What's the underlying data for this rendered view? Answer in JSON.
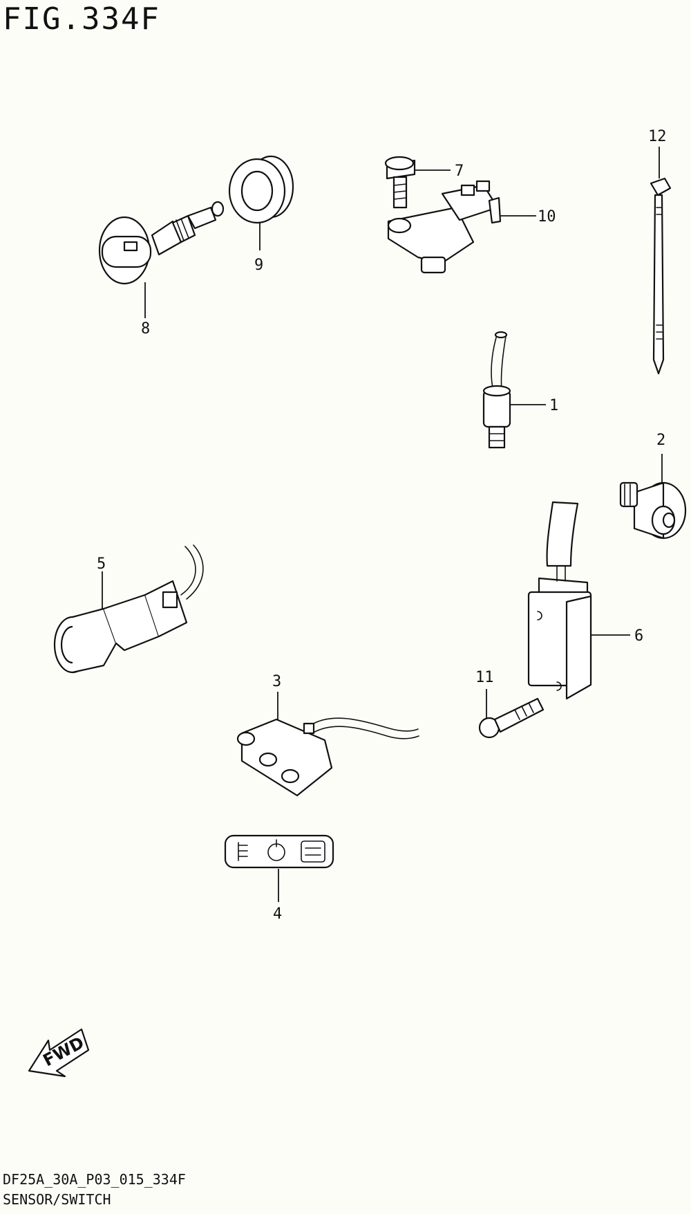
{
  "figure_title": "FIG.334F",
  "footer": {
    "code": "DF25A_30A_P03_015_334F",
    "caption": "SENSOR/SWITCH"
  },
  "fwd_arrow": {
    "label": "FWD"
  },
  "callouts": [
    {
      "id": "1",
      "label": "1"
    },
    {
      "id": "2",
      "label": "2"
    },
    {
      "id": "3",
      "label": "3"
    },
    {
      "id": "4",
      "label": "4"
    },
    {
      "id": "5",
      "label": "5"
    },
    {
      "id": "6",
      "label": "6"
    },
    {
      "id": "7",
      "label": "7"
    },
    {
      "id": "8",
      "label": "8"
    },
    {
      "id": "9",
      "label": "9"
    },
    {
      "id": "10",
      "label": "10"
    },
    {
      "id": "11",
      "label": "11"
    },
    {
      "id": "12",
      "label": "12"
    }
  ],
  "colors": {
    "line": "#111111",
    "background": "#fdfdf8"
  }
}
